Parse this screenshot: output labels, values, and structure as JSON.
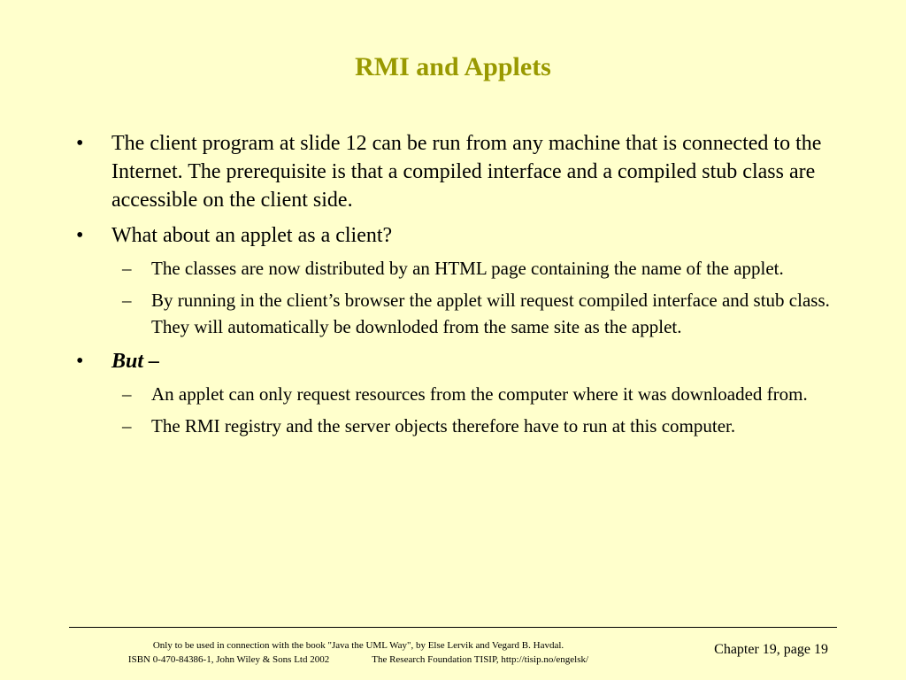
{
  "slide": {
    "title": "RMI and Applets",
    "colors": {
      "background": "#FFFFCC",
      "title": "#999900",
      "text": "#000000"
    },
    "bullet_symbol": "•",
    "sub_symbol": "–",
    "bullets": [
      {
        "text": "The client program at slide 12 can be run from any machine that is connected to the Internet. The prerequisite is that a compiled interface and a compiled stub class are accessible on the client side."
      },
      {
        "text": "What about an applet as a client?",
        "sub": [
          "The classes are now distributed by an HTML page containing the name of the applet.",
          "By running in the client’s browser the applet will request compiled interface and stub class. They will automatically be downloded from the same site as the applet."
        ]
      },
      {
        "text": "But –",
        "sub": [
          "An applet can only request resources from the computer where it was downloaded from.",
          "The RMI registry and the server objects therefore have to run at this computer."
        ]
      }
    ]
  },
  "footer": {
    "line1": "Only to be used in connection with the book \"Java the UML Way\", by Else Lervik and Vegard B. Havdal.",
    "line2_left": "ISBN 0-470-84386-1, John Wiley & Sons Ltd 2002",
    "line2_right": "The Research Foundation TISIP, http://tisip.no/engelsk/",
    "page_label": "Chapter 19, page 19"
  }
}
